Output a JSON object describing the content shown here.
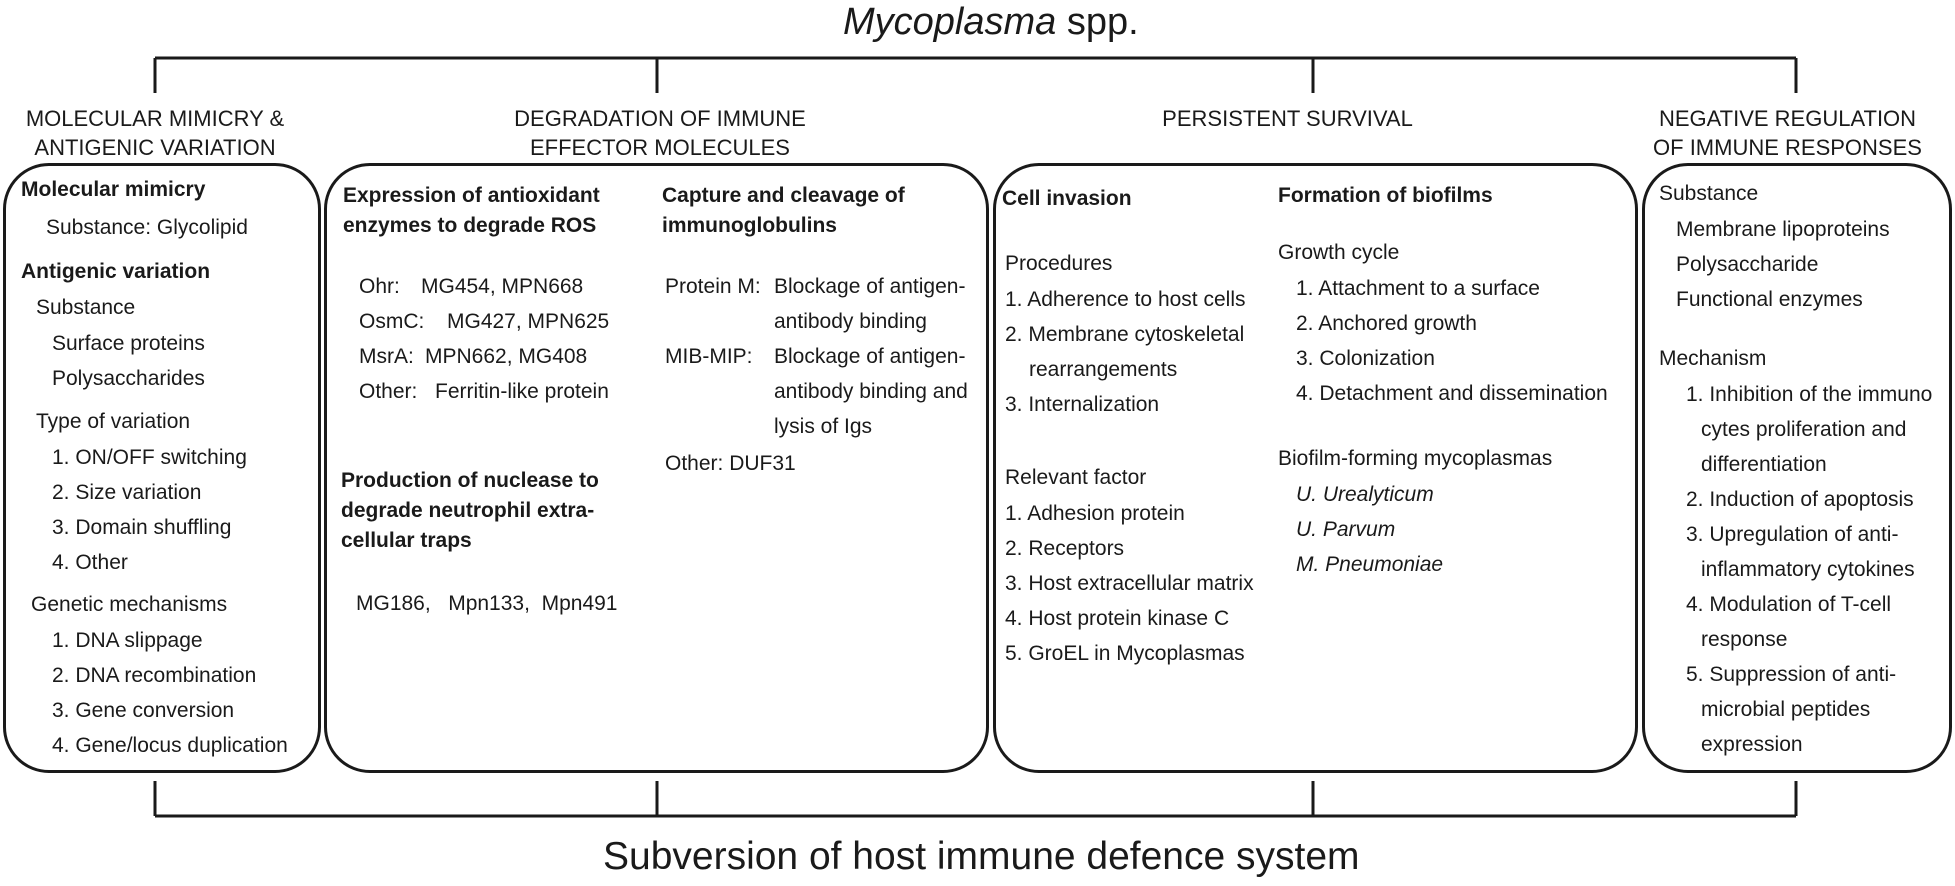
{
  "title": {
    "italic": "Mycoplasma",
    "rest": " spp."
  },
  "footer": "Subversion of host immune defence system",
  "col1": {
    "header": [
      "MOLECULAR MIMICRY &",
      "ANTIGENIC VARIATION"
    ],
    "mimicry_title": "Molecular mimicry",
    "mimicry_substance": "Substance: Glycolipid",
    "antigenic_title": "Antigenic variation",
    "substance_label": "Substance",
    "substances": [
      "Surface proteins",
      "Polysaccharides"
    ],
    "type_label": "Type of variation",
    "types": [
      "1. ON/OFF switching",
      "2. Size variation",
      "3. Domain shuffling",
      "4. Other"
    ],
    "genetic_label": "Genetic mechanisms",
    "genetic": [
      "1. DNA slippage",
      "2. DNA recombination",
      "3. Gene conversion",
      "4. Gene/locus duplication"
    ]
  },
  "col2": {
    "header": [
      "DEGRADATION OF IMMUNE",
      "EFFECTOR MOLECULES"
    ],
    "antiox_title": [
      "Expression of antioxidant",
      "enzymes to degrade ROS"
    ],
    "antiox_items": [
      {
        "label": "Ohr:",
        "value": "MG454, MPN668"
      },
      {
        "label": "OsmC:",
        "value": "MG427,  MPN625"
      },
      {
        "label": "MsrA:",
        "value": "MPN662,  MG408"
      },
      {
        "label": "Other:",
        "value": "Ferritin-like protein"
      }
    ],
    "nuclease_title": [
      "Production of nuclease to",
      "degrade neutrophil extra-",
      "cellular traps"
    ],
    "nuclease_items": "MG186,   Mpn133,  Mpn491",
    "capture_title": [
      "Capture and cleavage of",
      "immunoglobulins"
    ],
    "protein_m_label": "Protein M:",
    "protein_m_text": [
      "Blockage of antigen-",
      "antibody binding"
    ],
    "mib_label": "MIB-MIP:",
    "mib_text": [
      "Blockage of antigen-",
      "antibody binding and",
      "lysis of Igs"
    ],
    "other": "Other: DUF31"
  },
  "col3": {
    "header": "PERSISTENT SURVIVAL",
    "invasion_title": "Cell invasion",
    "procedures_label": "Procedures",
    "procedures": [
      "1. Adherence to host cells",
      "2. Membrane cytoskeletal",
      "rearrangements",
      "3. Internalization"
    ],
    "factor_label": "Relevant factor",
    "factors": [
      "1. Adhesion protein",
      "2. Receptors",
      "3. Host extracellular matrix",
      "4. Host protein kinase C",
      "5. GroEL in Mycoplasmas"
    ],
    "biofilm_title": "Formation of biofilms",
    "growth_label": "Growth cycle",
    "growth": [
      "1. Attachment to a surface",
      "2. Anchored growth",
      "3. Colonization",
      "4. Detachment and dissemination"
    ],
    "forming_label": "Biofilm-forming mycoplasmas",
    "forming": [
      "U. Urealyticum",
      "U. Parvum",
      "M. Pneumoniae"
    ]
  },
  "col4": {
    "header": [
      "NEGATIVE REGULATION",
      "OF IMMUNE RESPONSES"
    ],
    "substance_label": "Substance",
    "substances": [
      "Membrane lipoproteins",
      "Polysaccharide",
      "Functional enzymes"
    ],
    "mechanism_label": "Mechanism",
    "mechanisms": [
      "1. Inhibition of the immuno",
      "cytes proliferation and",
      "differentiation",
      "2. Induction of apoptosis",
      "3. Upregulation of anti-",
      "inflammatory cytokines",
      "4. Modulation of T-cell",
      "response",
      "5. Suppression of anti-",
      "microbial peptides",
      "expression"
    ]
  }
}
